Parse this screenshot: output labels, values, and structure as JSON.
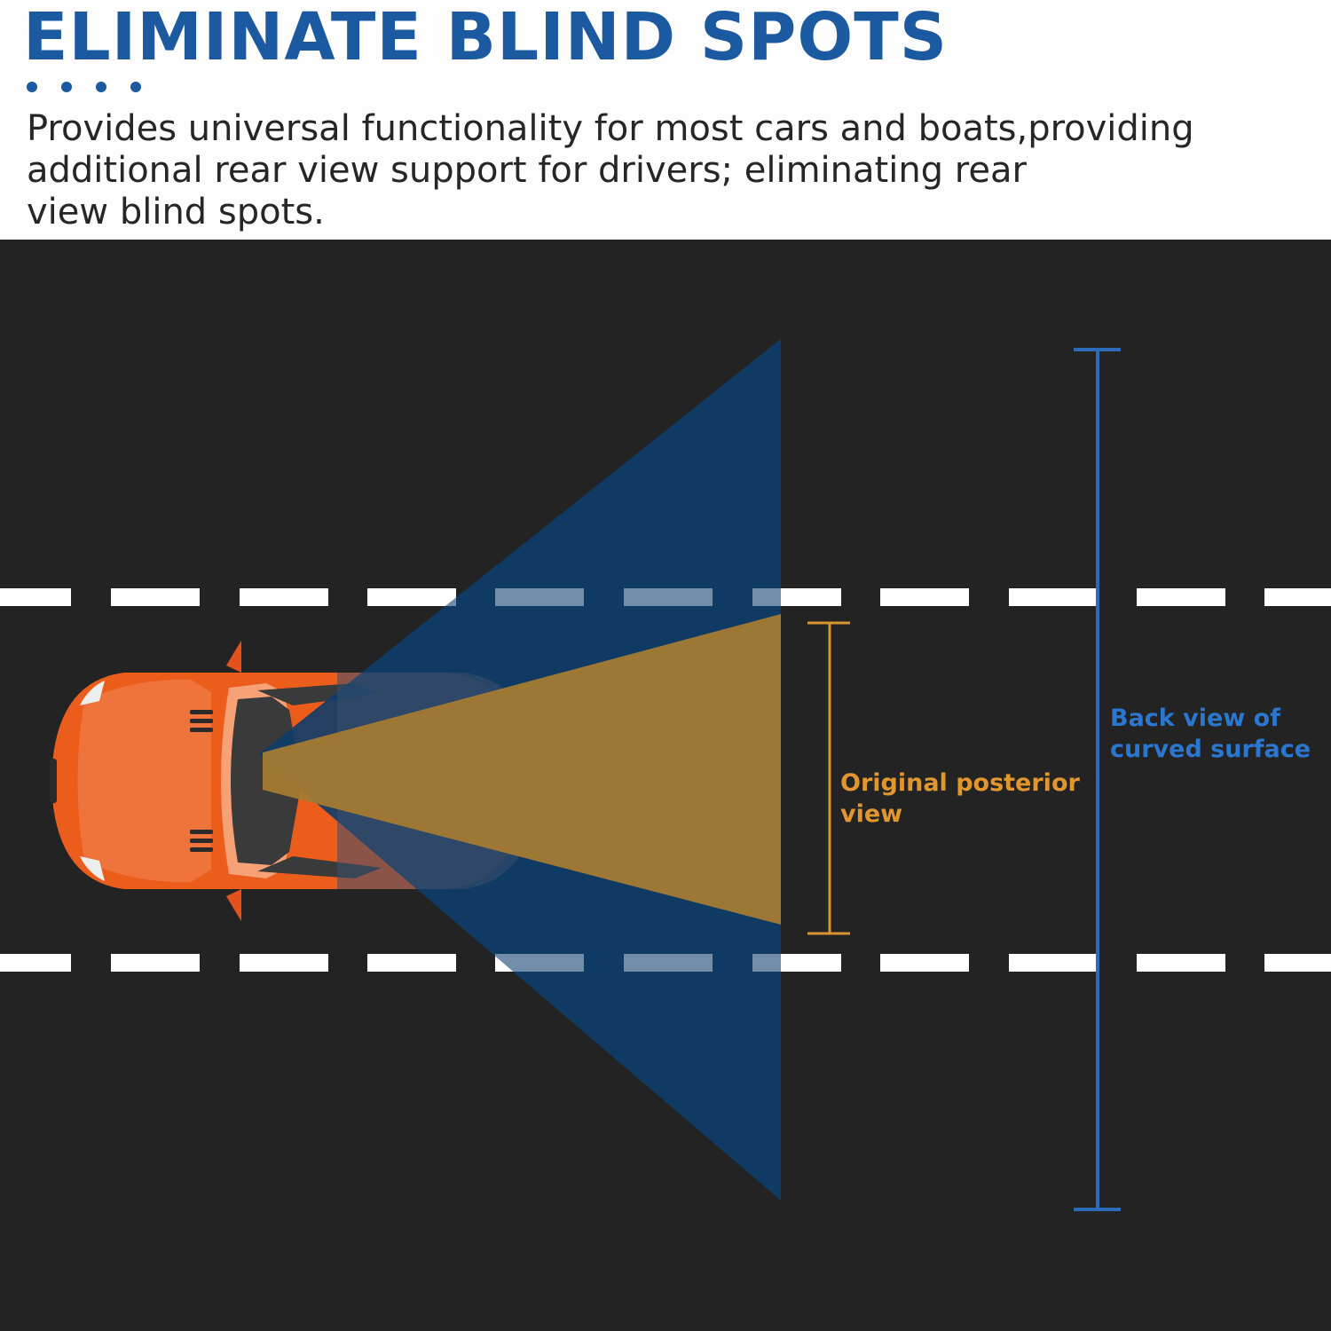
{
  "header": {
    "title": "ELIMINATE BLIND SPOTS",
    "description_lines": [
      "Provides universal functionality for most cars and boats,providing",
      "additional rear view support for drivers; eliminating rear",
      "view blind spots."
    ]
  },
  "labels": {
    "original_view": [
      "Original posterior",
      "view"
    ],
    "curved_view": [
      "Back view of",
      "curved surface"
    ]
  },
  "colors": {
    "accent_blue": "#1b5aa0",
    "road": "#232323",
    "lane_marking": "#ffffff",
    "car_body": "#ec5d1c",
    "blue_view": "#0d3d6b",
    "orange_view": "#a57a32",
    "orange_label": "#e2962e",
    "blue_label": "#2b77cf"
  },
  "icons": {
    "car": "car-top-view-icon"
  }
}
